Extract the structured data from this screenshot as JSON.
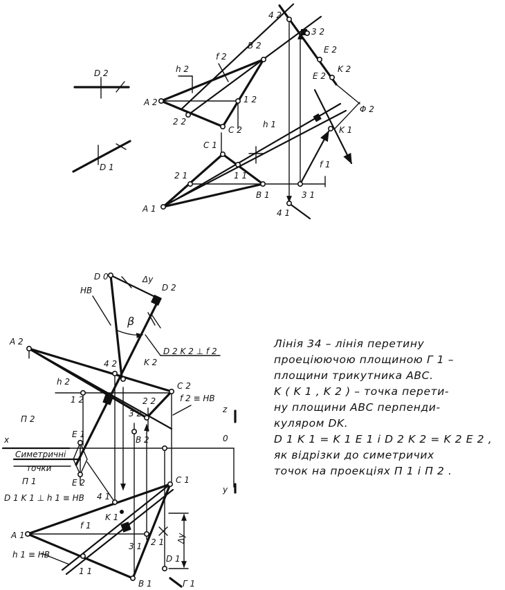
{
  "labels_top": {
    "d2": "D 2",
    "d1": "D 1",
    "a2": "A 2",
    "h2": "h 2",
    "f2": "f 2",
    "b2": "B 2",
    "four2": "4 2",
    "three2": "3 2",
    "e2a": "E 2",
    "e2b": "E 2",
    "k2": "K 2",
    "phi2": "Φ 2",
    "one2": "1 2",
    "two2": "2 2",
    "c2": "C 2",
    "c1": "C 1",
    "h1": "h 1",
    "k1": "K 1",
    "f1": "f 1",
    "two1": "2 1",
    "one1": "1 1",
    "a1": "A 1",
    "b1": "B 1",
    "three1": "3 1",
    "four1": "4 1"
  },
  "labels_bottom": {
    "d0": "D 0",
    "dy": "Δy",
    "d2": "D 2",
    "hb": "НВ",
    "beta": "β",
    "dk_perp_f2": "D 2 K 2 ⊥ f 2",
    "a2": "A 2",
    "four2": "4 2",
    "k2": "K 2",
    "c2": "C 2",
    "h2": "h 2",
    "one2": "1 2",
    "two2": "2 2",
    "f2hb": "f 2 ≡ НВ",
    "z": "z",
    "p2": "П 2",
    "three2": "3 2",
    "b2": "B 2",
    "x": "x",
    "e1": "E 1",
    "o": "0",
    "sym1": "Симетричні",
    "sym2": "точки",
    "p1": "П 1",
    "e2": "E 2",
    "y": "y",
    "dk_perp_h1": "D 1 K 1 ⊥ h 1 ≡ НВ",
    "four1": "4 1",
    "c1": "C 1",
    "k1": "K 1",
    "f1": "f 1",
    "dy2": "Δy",
    "a1": "A 1",
    "two1": "2 1",
    "three1": "3 1",
    "d1": "D 1",
    "h1hb": "h 1 ≡ НВ",
    "one1": "1 1",
    "b1": "B 1",
    "g1": "Г 1"
  },
  "caption": {
    "line1": "Лінія 34 – лінія перетину",
    "line2": "проеціюючою площиною Г 1 –",
    "line3": "площини трикутника АВС.",
    "line4": "K ( K 1 , K 2 ) – точка перети-",
    "line5": "ну площини АВС перпенди-",
    "line6": "куляром DK.",
    "line7": "D 1 K 1 = K 1 E 1 і D 2 K 2 = K 2 E 2 ,",
    "line8": "як відрізки до симетричих",
    "line9": "точок на проекціях П 1 і П 2 ."
  }
}
